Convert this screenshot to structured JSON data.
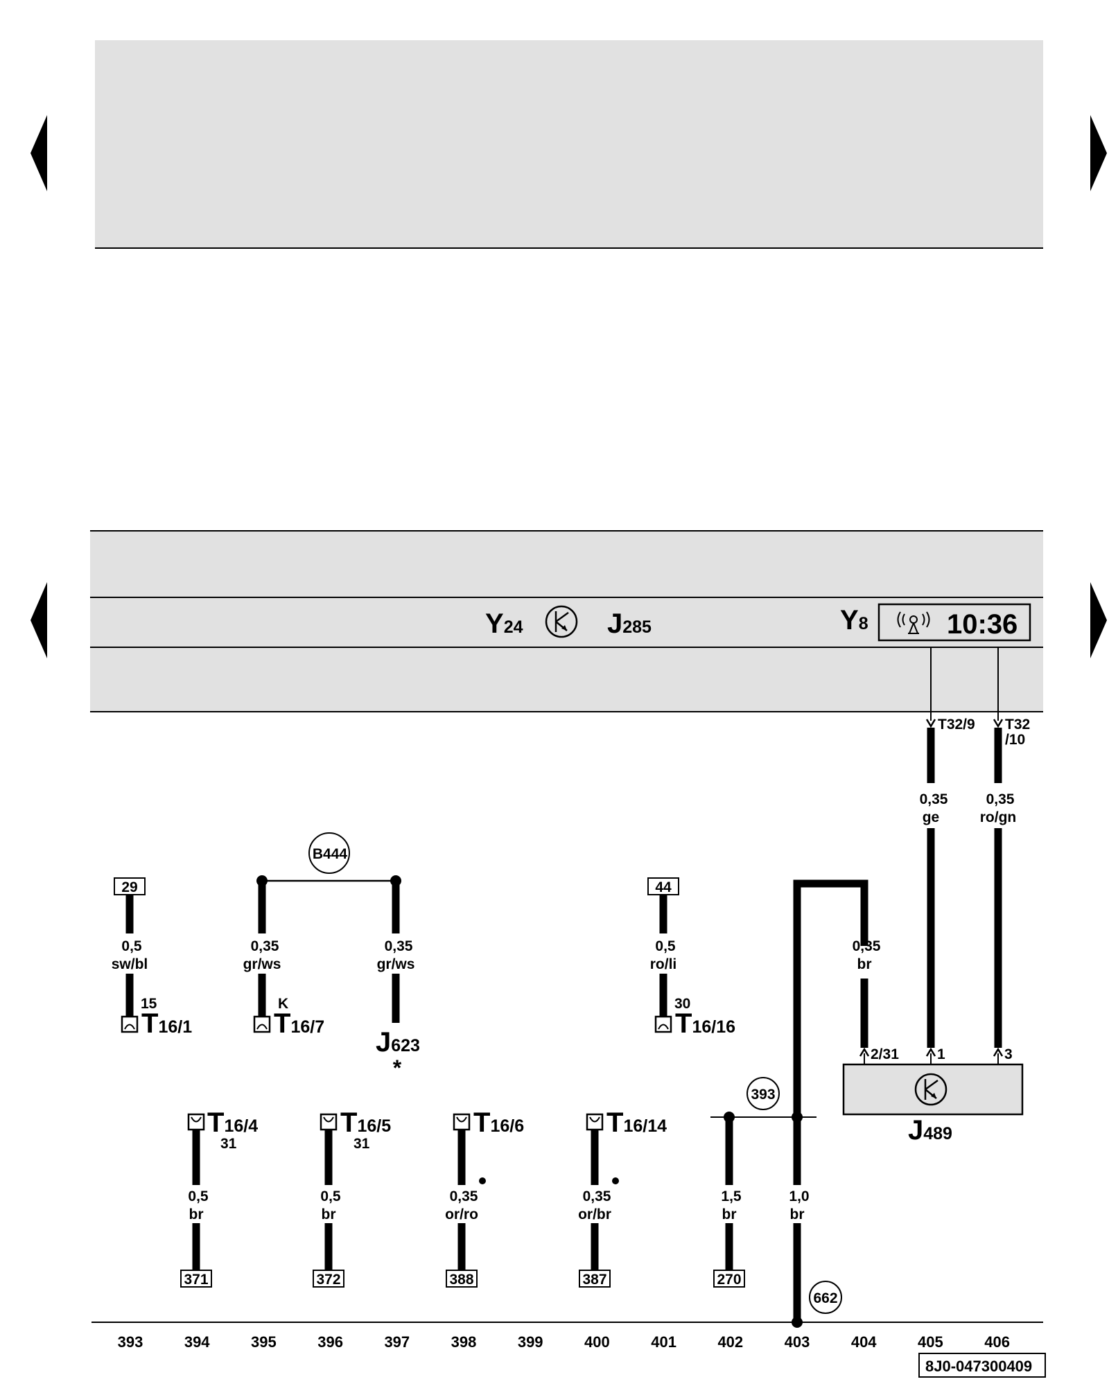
{
  "components": {
    "y24": {
      "main": "Y",
      "sub": "24"
    },
    "j285": {
      "main": "J",
      "sub": "285"
    },
    "y8": {
      "main": "Y",
      "sub": "8"
    },
    "clock": "10:36",
    "j489": {
      "main": "J",
      "sub": "489"
    },
    "j623": {
      "main": "J",
      "sub": "623",
      "note": "*"
    }
  },
  "wires": {
    "w393": {
      "gauge": "0,5",
      "color": "sw/bl"
    },
    "w395": {
      "gauge": "0,35",
      "color": "gr/ws"
    },
    "w397": {
      "gauge": "0,35",
      "color": "gr/ws"
    },
    "w400": {
      "gauge": "0,5",
      "color": "ro/li"
    },
    "w404": {
      "gauge": "0,35",
      "color": "br"
    },
    "w405": {
      "gauge": "0,35",
      "color": "ge"
    },
    "w406": {
      "gauge": "0,35",
      "color": "ro/gn"
    },
    "w394": {
      "gauge": "0,5",
      "color": "br"
    },
    "w396": {
      "gauge": "0,5",
      "color": "br"
    },
    "w398": {
      "gauge": "0,35",
      "color": "or/ro"
    },
    "w399": {
      "gauge": "0,35",
      "color": "or/br"
    },
    "w402": {
      "gauge": "1,5",
      "color": "br"
    },
    "w403": {
      "gauge": "1,0",
      "color": "br"
    }
  },
  "terminals": {
    "t29": "29",
    "t44": "44",
    "t371": "371",
    "t372": "372",
    "t388": "388",
    "t387": "387",
    "t270": "270"
  },
  "connectors": {
    "t16_1": {
      "main": "T",
      "sub": "16/1",
      "pin": "15"
    },
    "t16_7": {
      "main": "T",
      "sub": "16/7",
      "pin": "K"
    },
    "t16_16": {
      "main": "T",
      "sub": "16/16",
      "pin": "30"
    },
    "t16_4": {
      "main": "T",
      "sub": "16/4",
      "pin": "31"
    },
    "t16_5": {
      "main": "T",
      "sub": "16/5",
      "pin": "31"
    },
    "t16_6": {
      "main": "T",
      "sub": "16/6"
    },
    "t16_14": {
      "main": "T",
      "sub": "16/14"
    },
    "t32_9": "T32/9",
    "t32_10a": "T32",
    "t32_10b": "/10",
    "j489_pin_231": "2/31",
    "j489_pin_1": "1",
    "j489_pin_3": "3"
  },
  "circles": {
    "b444": "B444",
    "c393": "393",
    "c662": "662"
  },
  "current_paths": [
    "393",
    "394",
    "395",
    "396",
    "397",
    "398",
    "399",
    "400",
    "401",
    "402",
    "403",
    "404",
    "405",
    "406"
  ],
  "drawing_code": "8J0-047300409"
}
